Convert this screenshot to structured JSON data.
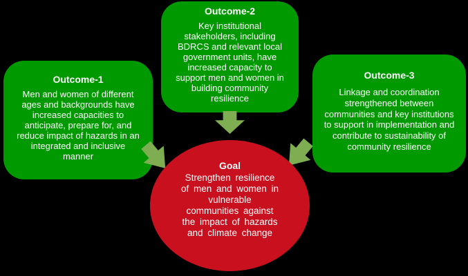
{
  "colors": {
    "background": "#000000",
    "outcome_box_green": "#009A00",
    "goal_red": "#C8101E",
    "arrow_green": "#7EAD52",
    "text": "#FFFFFF"
  },
  "outcomes": [
    {
      "title": "Outcome-1",
      "body": "Men and women of different\nages and backgrounds have\nincreased capacities to\nanticipate, prepare for, and\nreduce impact of hazards in an\nintegrated and inclusive\nmanner"
    },
    {
      "title": "Outcome-2",
      "body": "Key institutional\nstakeholders, including\nBDRCS and relevant local\ngovernment units, have\nincreased capacity to\nsupport men and women in\nbuilding community\nresilience"
    },
    {
      "title": "Outcome-3",
      "body": "Linkage and coordination\nstrengthened between\ncommunities and key institutions\nto support in implementation and\ncontribute to sustainability of\ncommunity resilience"
    }
  ],
  "goal": {
    "title": "Goal",
    "body": "Strengthen resilience\nof men and women in\nvulnerable\ncommunities against\nthe impact of hazards\nand climate change"
  },
  "arrows": [
    {
      "name": "outcome-1 to goal",
      "direction": "down-right"
    },
    {
      "name": "outcome-2 to goal",
      "direction": "down"
    },
    {
      "name": "outcome-3 to goal",
      "direction": "down-left"
    }
  ]
}
